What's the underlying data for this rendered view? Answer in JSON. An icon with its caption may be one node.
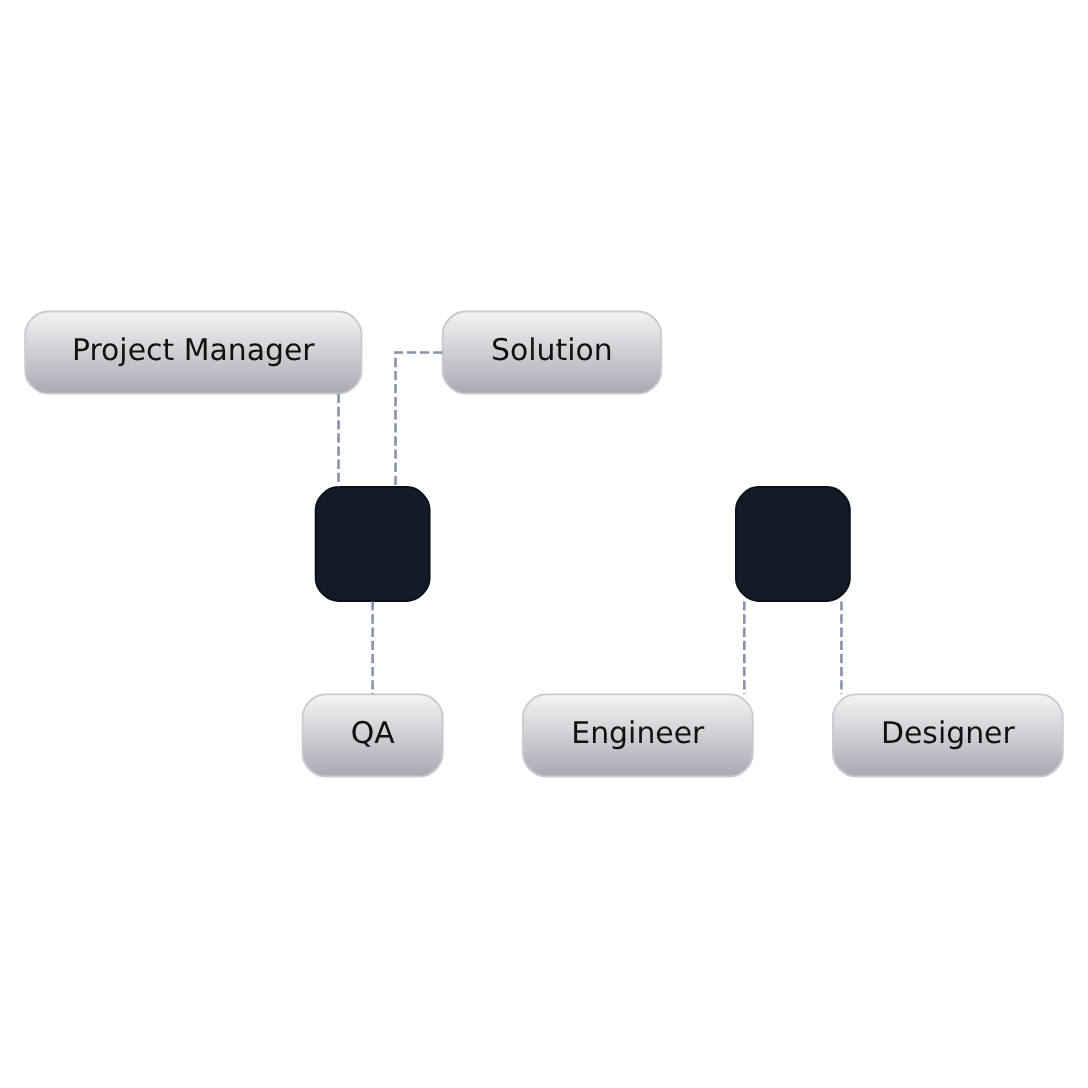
{
  "diagram": {
    "nodes": [
      {
        "text": [
          "Project Manager"
        ]
      },
      {
        "text": [
          "Solution"
        ]
      },
      {
        "text": [],
        "shape": "box"
      },
      {
        "text": [],
        "shape": "box"
      },
      {
        "text": [
          "Engineer"
        ]
      },
      {
        "text": [
          "QA"
        ]
      },
      {
        "text": [
          "Designer"
        ]
      }
    ],
    "edges": [
      {
        "from": 0,
        "to": 2,
        "arrow": "none",
        "style": "dashed"
      },
      {
        "from": 1,
        "to": 2,
        "arrow": "none",
        "style": "dashed"
      },
      {
        "from": 2,
        "to": 5,
        "arrow": "none",
        "style": "dashed"
      },
      {
        "from": 3,
        "to": 4,
        "arrow": "none",
        "style": "dashed"
      },
      {
        "from": 3,
        "to": 6,
        "arrow": "none",
        "style": "dashed"
      }
    ]
  }
}
